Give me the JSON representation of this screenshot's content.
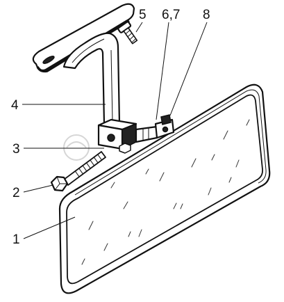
{
  "callouts": [
    {
      "label": "1"
    },
    {
      "label": "2"
    },
    {
      "label": "3"
    },
    {
      "label": "4"
    },
    {
      "label": "5"
    },
    {
      "label": "6,7"
    },
    {
      "label": "8"
    }
  ],
  "colors": {
    "line": "#111111",
    "background": "#ffffff"
  }
}
